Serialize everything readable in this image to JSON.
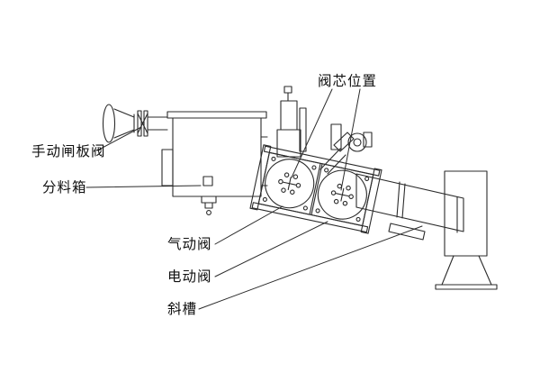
{
  "diagram": {
    "type": "technical-line-drawing",
    "labels": {
      "manual_gate_valve": "手动闸板阀",
      "distribution_box": "分料箱",
      "valve_core_position": "阀芯位置",
      "pneumatic_valve": "气动阀",
      "electric_valve": "电动阀",
      "inclined_chute": "斜槽"
    },
    "colors": {
      "line": "#2b2b2b",
      "label_text": "#111111",
      "background": "#ffffff"
    }
  }
}
